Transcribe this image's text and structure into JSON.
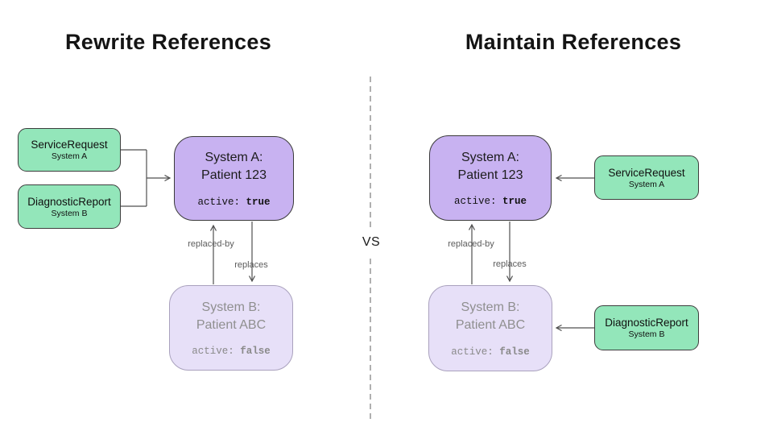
{
  "left": {
    "title": "Rewrite References",
    "sources": [
      {
        "label": "ServiceRequest",
        "system": "System A"
      },
      {
        "label": "DiagnosticReport",
        "system": "System B"
      }
    ],
    "system_a": {
      "line1": "System A:",
      "line2": "Patient 123",
      "field": "active: ",
      "value": "true"
    },
    "system_b": {
      "line1": "System B:",
      "line2": "Patient ABC",
      "field": "active: ",
      "value": "false"
    },
    "edges": {
      "up": "replaced-by",
      "down": "replaces"
    }
  },
  "right": {
    "title": "Maintain References",
    "sources": [
      {
        "label": "ServiceRequest",
        "system": "System A"
      },
      {
        "label": "DiagnosticReport",
        "system": "System B"
      }
    ],
    "system_a": {
      "line1": "System A:",
      "line2": "Patient 123",
      "field": "active: ",
      "value": "true"
    },
    "system_b": {
      "line1": "System B:",
      "line2": "Patient ABC",
      "field": "active: ",
      "value": "false"
    },
    "edges": {
      "up": "replaced-by",
      "down": "replaces"
    }
  },
  "divider": {
    "label": "VS"
  },
  "colors": {
    "resource_fill": "#93e6ba",
    "resource_border": "#3d3d3d",
    "system_active_fill": "#c8b2f1",
    "system_active_border": "#3a3a3a",
    "system_inactive_fill": "#e7e0f8",
    "system_inactive_border": "#a9a1bd",
    "connector": "#4f4f4f",
    "edge_label_text": "#5c5c5c"
  }
}
